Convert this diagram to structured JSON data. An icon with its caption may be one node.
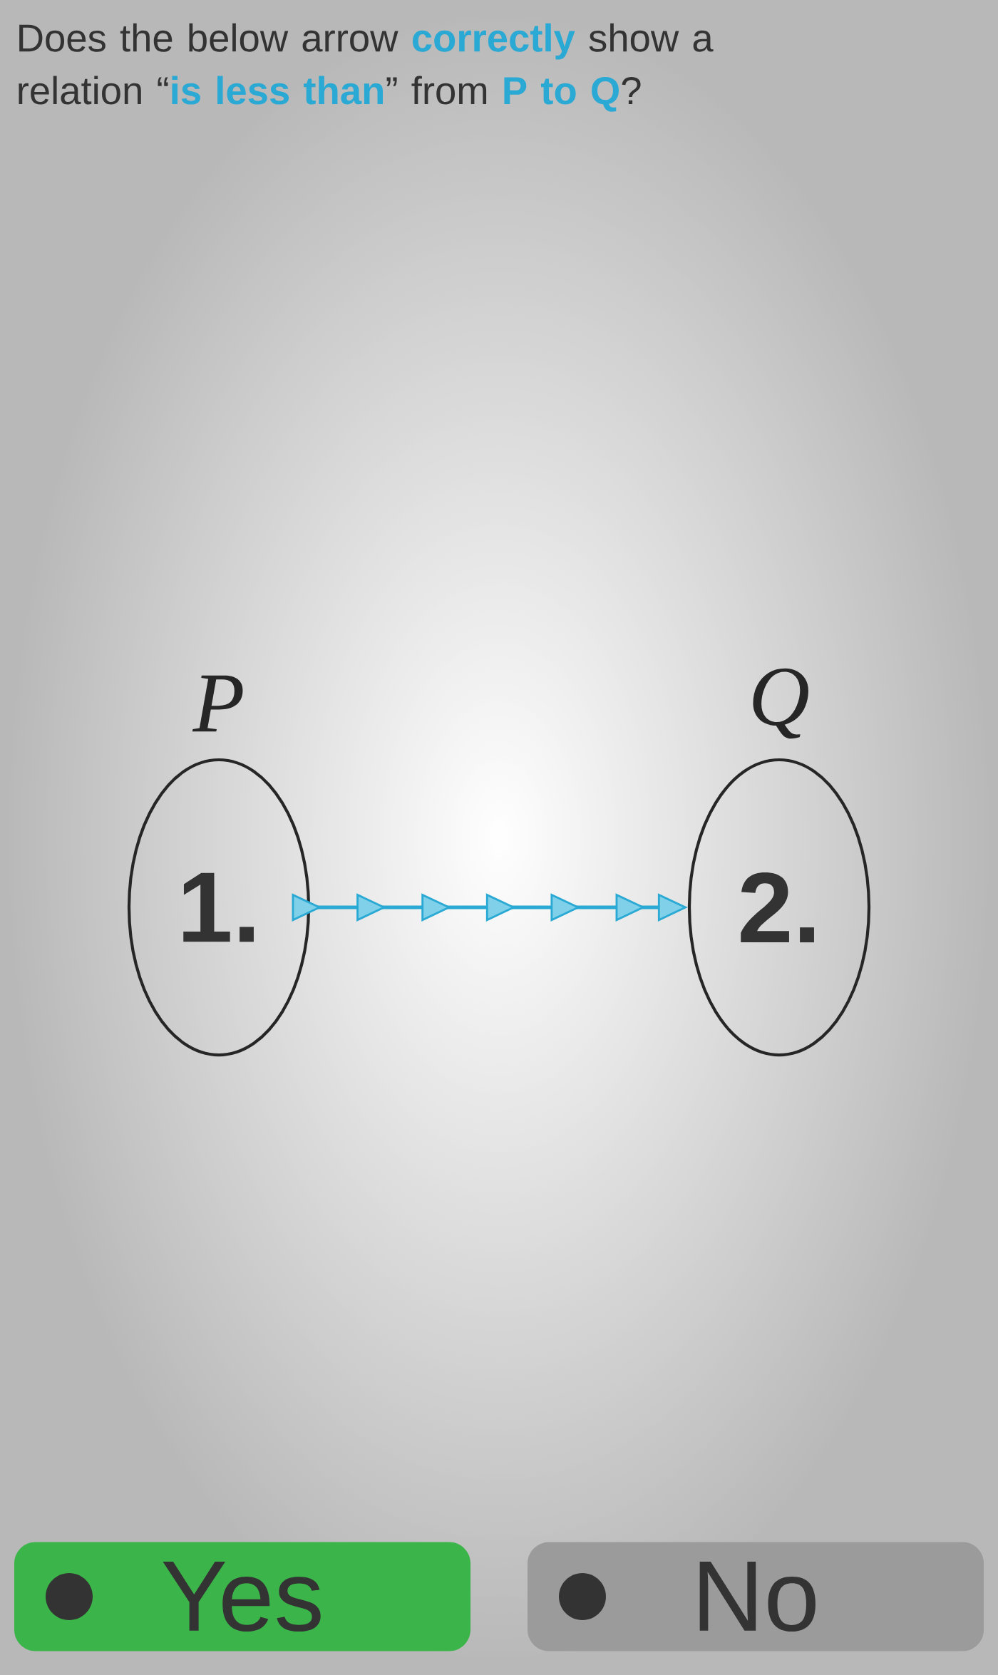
{
  "diagram": {
    "title": "Does the below arrow **correctly** show a relation “**is less than**” from **P to Q**?",
    "nodes": [
      {
        "text": [
          "P",
          "1."
        ]
      },
      {
        "text": [
          "Q",
          "2."
        ]
      },
      {
        "text": [
          "Yes"
        ]
      },
      {
        "text": [
          "No"
        ]
      }
    ],
    "edges": [
      {
        "from": 0,
        "to": 1,
        "arrow": "to"
      }
    ]
  }
}
